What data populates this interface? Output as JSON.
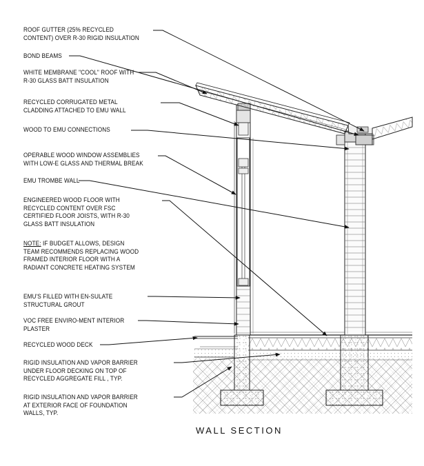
{
  "title": "WALL SECTION",
  "labels": {
    "gutter_1": "ROOF  GUTTER (25% RECYCLED",
    "gutter_2": "CONTENT) OVER R-30 RIGID INSULATION",
    "bond_beams": "BOND BEAMS",
    "roof_1": "WHITE  MEMBRANE \"COOL\" ROOF WITH",
    "roof_2": "R-30 GLASS BATT INSULATION",
    "cladding_1": "RECYCLED CORRUGATED METAL",
    "cladding_2": "CLADDING ATTACHED TO EMU WALL",
    "wood_emu": "WOOD  TO EMU CONNECTIONS",
    "window_1": "OPERABLE  WOOD WINDOW ASSEMBLIES",
    "window_2": "WITH LOW-E GLASS AND THERMAL BREAK",
    "trombe": "EMU TROMBE WALL",
    "floor_1": "ENGINEERED WOOD FLOOR WITH",
    "floor_2": "RECYCLED CONTENT OVER  FSC",
    "floor_3": "CERTIFIED FLOOR JOISTS, WITH R-30",
    "floor_4": "GLASS BATT INSULATION",
    "note_prefix": "NOTE:",
    "note_1": " IF BUDGET ALLOWS, DESIGN",
    "note_2": "TEAM RECOMMENDS REPLACING WOOD",
    "note_3": "FRAMED INTERIOR FLOOR WITH A",
    "note_4": "RADIANT CONCRETE HEATING SYSTEM",
    "emu_filled_1": "EMU'S FILLED WITH  EN-SULATE",
    "emu_filled_2": "STRUCTURAL GROUT",
    "voc_1": "VOC FREE ENVIRO-MENT INTERIOR",
    "voc_2": "PLASTER",
    "deck": "RECYCLED WOOD DECK",
    "rigid1_1": "RIGID  INSULATION AND VAPOR BARRIER",
    "rigid1_2": "UNDER FLOOR DECKING ON TOP OF",
    "rigid1_3": "RECYCLED AGGREGATE FILL , TYP.",
    "rigid2_1": "RIGID  INSULATION AND VAPOR BARRIER",
    "rigid2_2": "AT EXTERIOR FACE OF FOUNDATION",
    "rigid2_3": "WALLS, TYP."
  }
}
